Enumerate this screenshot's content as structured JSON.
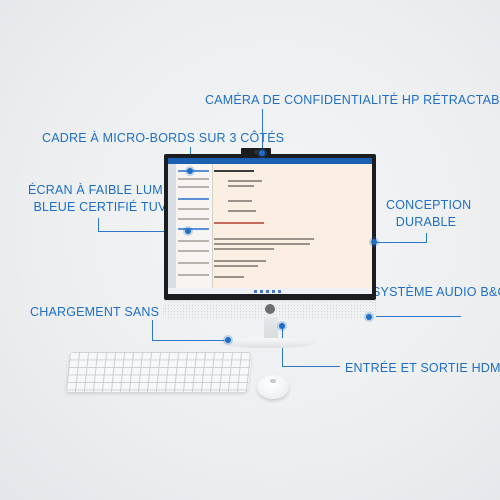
{
  "labels": {
    "camera": "CAMÉRA DE CONFIDENTIALITÉ HP RÉTRACTABLE",
    "bezel": "CADRE À MICRO-BORDS SUR 3 CÔTÉS",
    "screen_line1": "ÉCRAN À FAIBLE LUMIÈRE",
    "screen_line2": "BLEUE CERTIFIÉ TUV",
    "design_line1": "CONCEPTION",
    "design_line2": "DURABLE",
    "audio": "SYSTÈME AUDIO B&O",
    "charging": "CHARGEMENT SANS FIL",
    "hdmi": "ENTRÉE ET SORTIE HDMI"
  },
  "colors": {
    "label": "#1f6fc4",
    "background": "#eceef0",
    "screen": "#fbeee3",
    "bezel": "#1c1d20"
  },
  "icons": {
    "logo": "hp-logo-icon",
    "camera": "webcam-icon"
  }
}
